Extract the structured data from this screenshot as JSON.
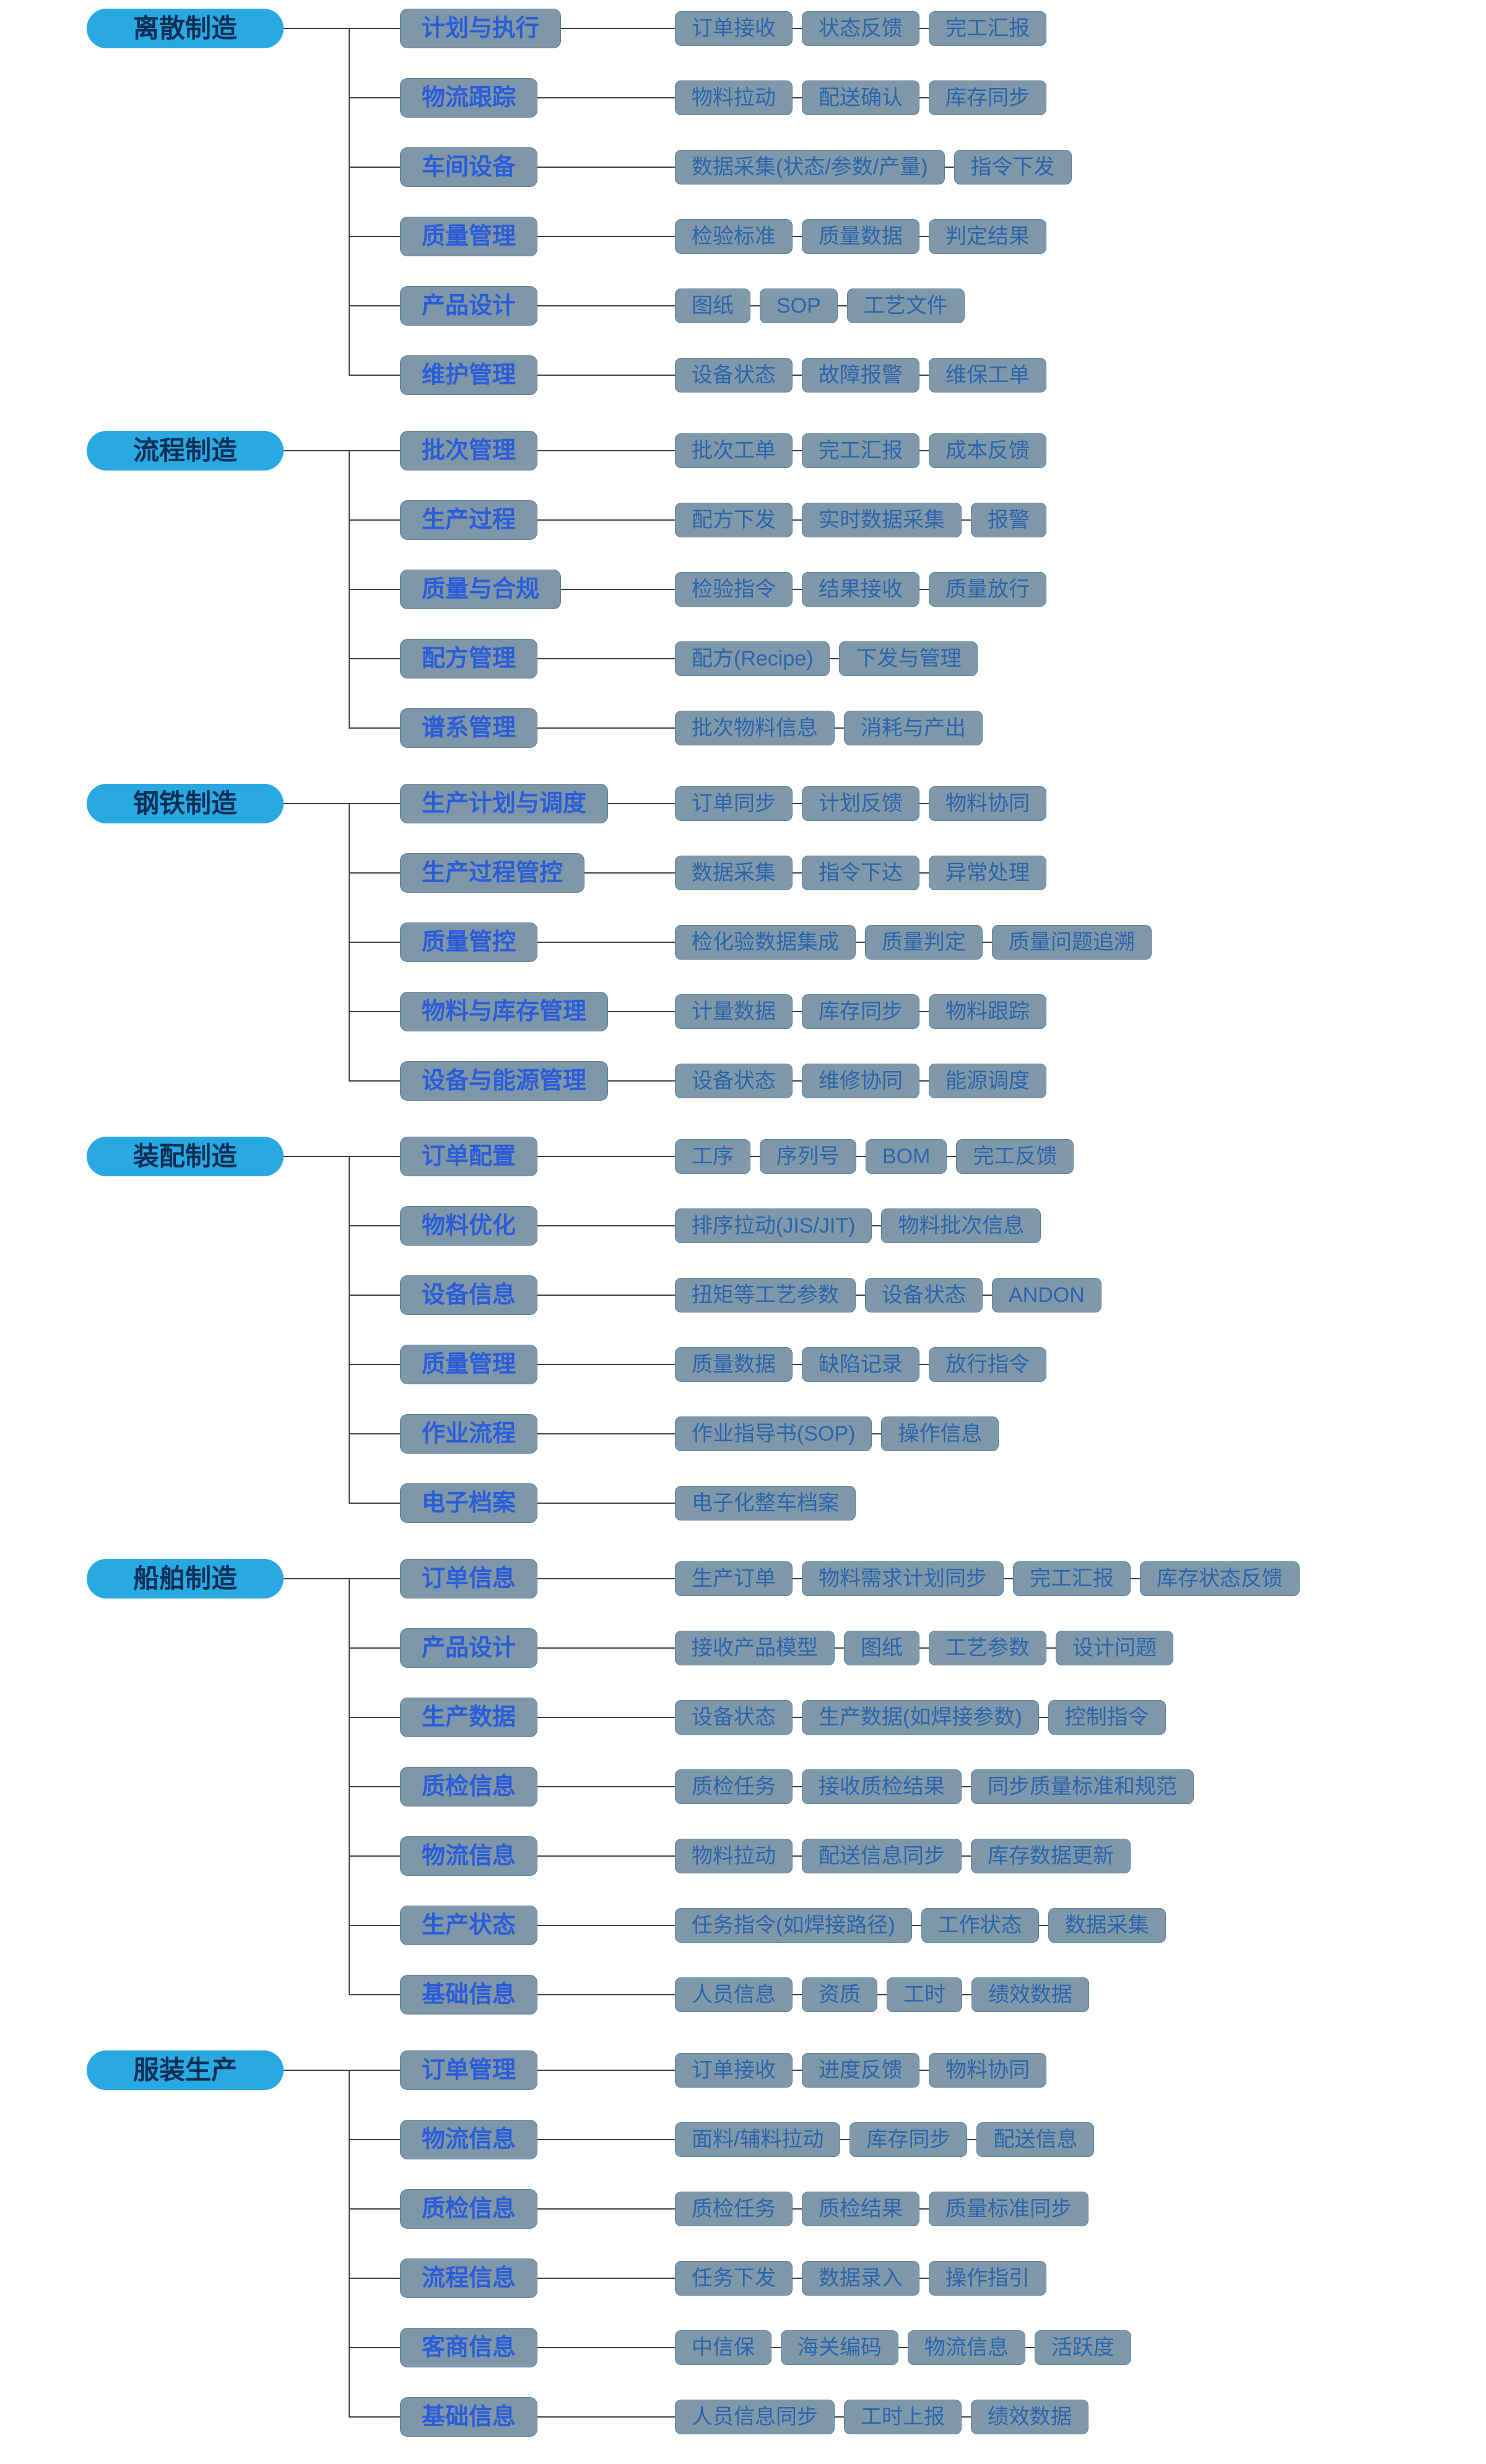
{
  "diagram": {
    "colors": {
      "pill_bg": "#29a9e2",
      "pill_text": "#0c2d55",
      "node_bg": "#7e97a9",
      "node_text": "#2a5cd8",
      "chip_bg": "#7f98aa",
      "chip_text": "#2b64ab",
      "line": "#3f3f3f"
    },
    "groups": [
      {
        "label": "离散制造",
        "branches": [
          {
            "label": "计划与执行",
            "leaves": [
              "订单接收",
              "状态反馈",
              "完工汇报"
            ]
          },
          {
            "label": "物流跟踪",
            "leaves": [
              "物料拉动",
              "配送确认",
              "库存同步"
            ]
          },
          {
            "label": "车间设备",
            "leaves": [
              "数据采集(状态/参数/产量)",
              "指令下发"
            ]
          },
          {
            "label": "质量管理",
            "leaves": [
              "检验标准",
              "质量数据",
              "判定结果"
            ]
          },
          {
            "label": "产品设计",
            "leaves": [
              "图纸",
              "SOP",
              "工艺文件"
            ]
          },
          {
            "label": "维护管理",
            "leaves": [
              "设备状态",
              "故障报警",
              "维保工单"
            ]
          }
        ]
      },
      {
        "label": "流程制造",
        "branches": [
          {
            "label": "批次管理",
            "leaves": [
              "批次工单",
              "完工汇报",
              "成本反馈"
            ]
          },
          {
            "label": "生产过程",
            "leaves": [
              "配方下发",
              "实时数据采集",
              "报警"
            ]
          },
          {
            "label": "质量与合规",
            "leaves": [
              "检验指令",
              "结果接收",
              "质量放行"
            ]
          },
          {
            "label": "配方管理",
            "leaves": [
              "配方(Recipe)",
              "下发与管理"
            ]
          },
          {
            "label": "谱系管理",
            "leaves": [
              "批次物料信息",
              "消耗与产出"
            ]
          }
        ]
      },
      {
        "label": "钢铁制造",
        "branches": [
          {
            "label": "生产计划与调度",
            "leaves": [
              "订单同步",
              "计划反馈",
              "物料协同"
            ]
          },
          {
            "label": "生产过程管控",
            "leaves": [
              "数据采集",
              "指令下达",
              "异常处理"
            ]
          },
          {
            "label": "质量管控",
            "leaves": [
              "检化验数据集成",
              "质量判定",
              "质量问题追溯"
            ]
          },
          {
            "label": "物料与库存管理",
            "leaves": [
              "计量数据",
              "库存同步",
              "物料跟踪"
            ]
          },
          {
            "label": "设备与能源管理",
            "leaves": [
              "设备状态",
              "维修协同",
              "能源调度"
            ]
          }
        ]
      },
      {
        "label": "装配制造",
        "branches": [
          {
            "label": "订单配置",
            "leaves": [
              "工序",
              "序列号",
              "BOM",
              "完工反馈"
            ]
          },
          {
            "label": "物料优化",
            "leaves": [
              "排序拉动(JIS/JIT)",
              "物料批次信息"
            ]
          },
          {
            "label": "设备信息",
            "leaves": [
              "扭矩等工艺参数",
              "设备状态",
              "ANDON"
            ]
          },
          {
            "label": "质量管理",
            "leaves": [
              "质量数据",
              "缺陷记录",
              "放行指令"
            ]
          },
          {
            "label": "作业流程",
            "leaves": [
              "作业指导书(SOP)",
              "操作信息"
            ]
          },
          {
            "label": "电子档案",
            "leaves": [
              "电子化整车档案"
            ]
          }
        ]
      },
      {
        "label": "船舶制造",
        "branches": [
          {
            "label": "订单信息",
            "leaves": [
              "生产订单",
              "物料需求计划同步",
              "完工汇报",
              "库存状态反馈"
            ]
          },
          {
            "label": "产品设计",
            "leaves": [
              "接收产品模型",
              "图纸",
              "工艺参数",
              "设计问题"
            ]
          },
          {
            "label": "生产数据",
            "leaves": [
              "设备状态",
              "生产数据(如焊接参数)",
              "控制指令"
            ]
          },
          {
            "label": "质检信息",
            "leaves": [
              "质检任务",
              "接收质检结果",
              "同步质量标准和规范"
            ]
          },
          {
            "label": "物流信息",
            "leaves": [
              "物料拉动",
              "配送信息同步",
              "库存数据更新"
            ]
          },
          {
            "label": "生产状态",
            "leaves": [
              "任务指令(如焊接路径)",
              "工作状态",
              "数据采集"
            ]
          },
          {
            "label": "基础信息",
            "leaves": [
              "人员信息",
              "资质",
              "工时",
              "绩效数据"
            ]
          }
        ]
      },
      {
        "label": "服装生产",
        "branches": [
          {
            "label": "订单管理",
            "leaves": [
              "订单接收",
              "进度反馈",
              "物料协同"
            ]
          },
          {
            "label": "物流信息",
            "leaves": [
              "面料/辅料拉动",
              "库存同步",
              "配送信息"
            ]
          },
          {
            "label": "质检信息",
            "leaves": [
              "质检任务",
              "质检结果",
              "质量标准同步"
            ]
          },
          {
            "label": "流程信息",
            "leaves": [
              "任务下发",
              "数据录入",
              "操作指引"
            ]
          },
          {
            "label": "客商信息",
            "leaves": [
              "中信保",
              "海关编码",
              "物流信息",
              "活跃度"
            ]
          },
          {
            "label": "基础信息",
            "leaves": [
              "人员信息同步",
              "工时上报",
              "绩效数据"
            ]
          }
        ]
      }
    ]
  }
}
